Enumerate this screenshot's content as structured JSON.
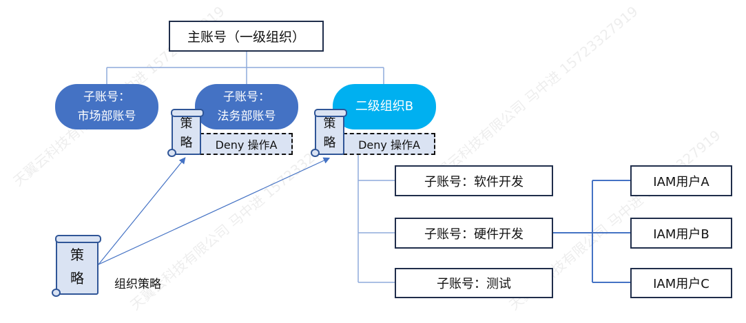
{
  "root": {
    "label": "主账号（一级组织）"
  },
  "level2": [
    {
      "line1": "子账号：",
      "line2": "市场部账号",
      "color": "#4472c4"
    },
    {
      "line1": "子账号：",
      "line2": "法务部账号",
      "color": "#4472c4"
    },
    {
      "line1": "二级组织B",
      "line2": "",
      "color": "#00b0f0"
    }
  ],
  "policy_icon": {
    "char1": "策",
    "char2": "略"
  },
  "deny_label": "Deny 操作A",
  "org_b_children": [
    "子账号：软件开发",
    "子账号：硬件开发",
    "子账号：测试"
  ],
  "iam_users": [
    "IAM用户A",
    "IAM用户B",
    "IAM用户C"
  ],
  "org_policy_label": "组织策略",
  "watermark": "天翼云科技有限公司 马中进 15723327919",
  "colors": {
    "line": "#4472c4",
    "box_border": "#1f2d4a",
    "policy_fill": "#dae3f3"
  }
}
